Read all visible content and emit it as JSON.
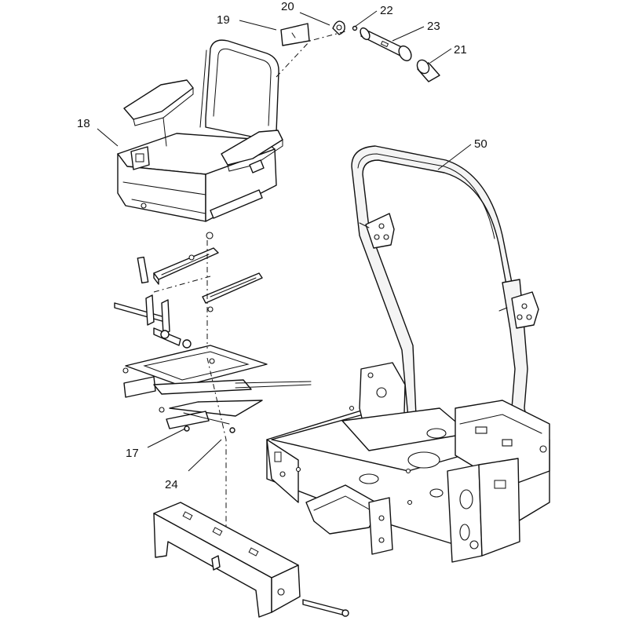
{
  "diagram": {
    "callouts": [
      {
        "id": "c17",
        "label": "17"
      },
      {
        "id": "c18",
        "label": "18"
      },
      {
        "id": "c19",
        "label": "19"
      },
      {
        "id": "c20",
        "label": "20"
      },
      {
        "id": "c21",
        "label": "21"
      },
      {
        "id": "c22",
        "label": "22"
      },
      {
        "id": "c23",
        "label": "23"
      },
      {
        "id": "c24",
        "label": "24"
      },
      {
        "id": "c50",
        "label": "50"
      }
    ]
  }
}
